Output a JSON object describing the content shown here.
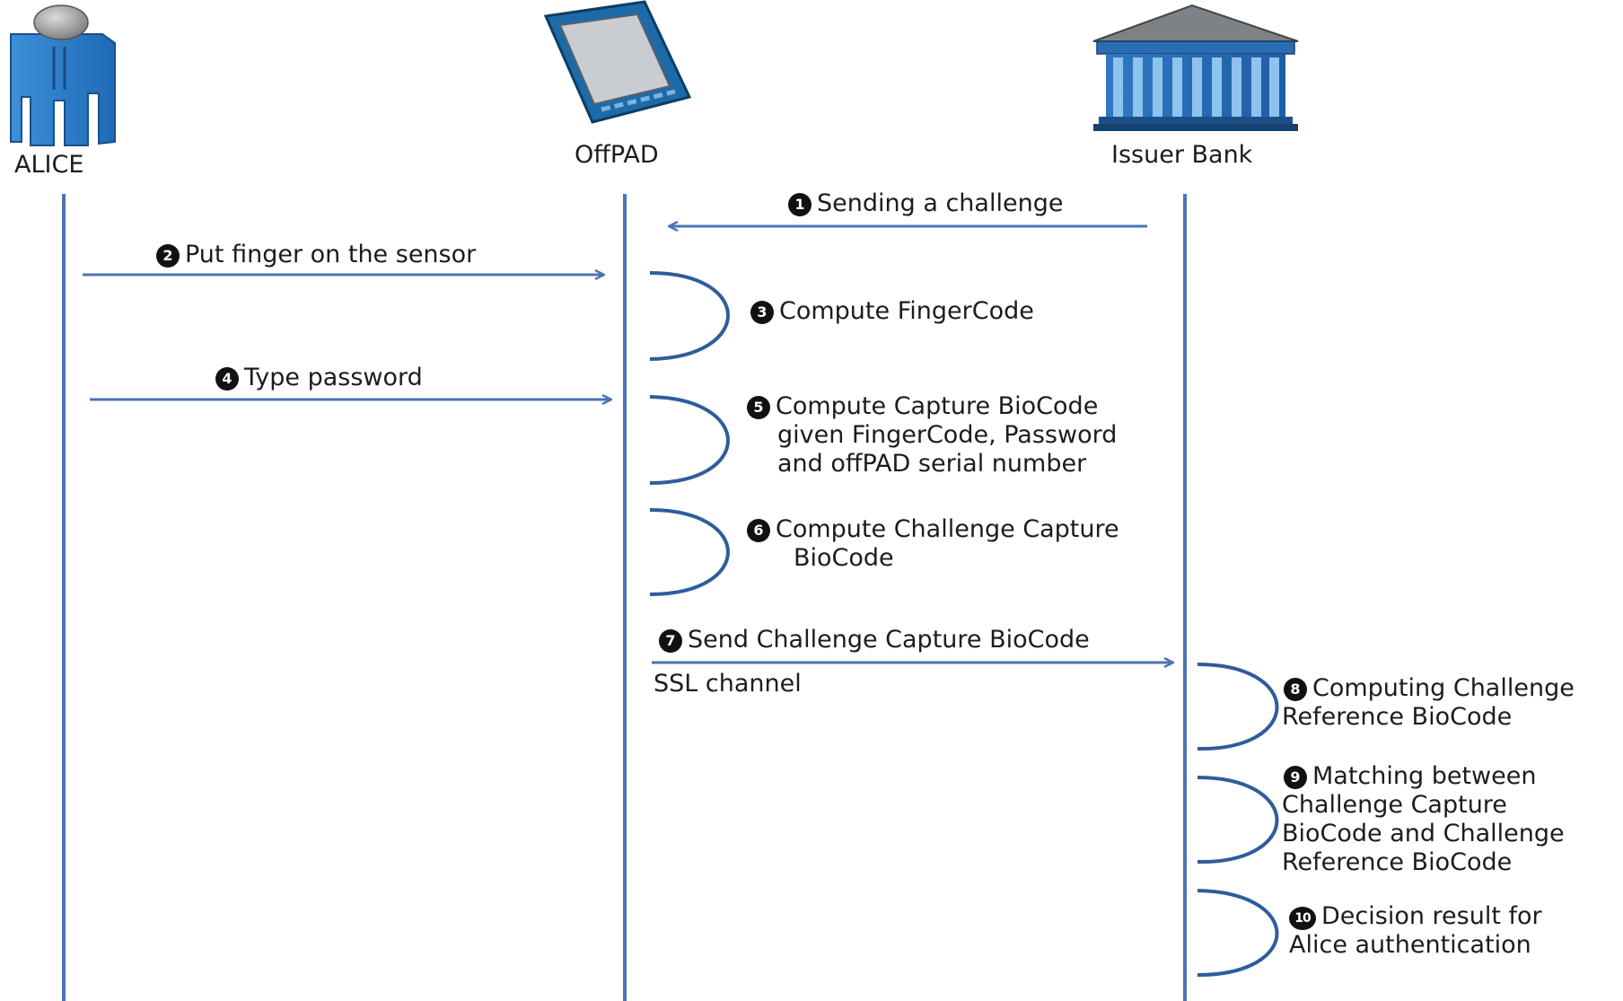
{
  "actors": {
    "alice": {
      "name": "ALICE"
    },
    "offpad": {
      "name": "OffPAD"
    },
    "bank": {
      "name": "Issuer Bank"
    }
  },
  "steps": [
    {
      "num": "1",
      "lines": [
        "Sending a challenge"
      ]
    },
    {
      "num": "2",
      "lines": [
        "Put finger on the sensor"
      ]
    },
    {
      "num": "3",
      "lines": [
        "Compute FingerCode"
      ]
    },
    {
      "num": "4",
      "lines": [
        "Type password"
      ]
    },
    {
      "num": "5",
      "lines": [
        "Compute Capture BioCode",
        "given FingerCode, Password",
        "and offPAD serial number"
      ]
    },
    {
      "num": "6",
      "lines": [
        "Compute Challenge Capture",
        "BioCode"
      ]
    },
    {
      "num": "7",
      "lines": [
        "Send Challenge Capture BioCode"
      ]
    },
    {
      "num": "8",
      "lines": [
        "Computing Challenge",
        "Reference BioCode"
      ]
    },
    {
      "num": "9",
      "lines": [
        "Matching between",
        "Challenge Capture",
        "BioCode and Challenge",
        "Reference BioCode"
      ]
    },
    {
      "num": "10",
      "lines": [
        "Decision result for",
        "Alice authentication"
      ]
    }
  ],
  "channel_label": "SSL channel",
  "colors": {
    "lifeline": "#4a74b4",
    "arrow": "#4a74b4",
    "text": "#1c1c1c",
    "badge": "#111111"
  },
  "icons": {
    "alice": "person-icon",
    "offpad": "tablet-device-icon",
    "bank": "bank-building-icon"
  }
}
